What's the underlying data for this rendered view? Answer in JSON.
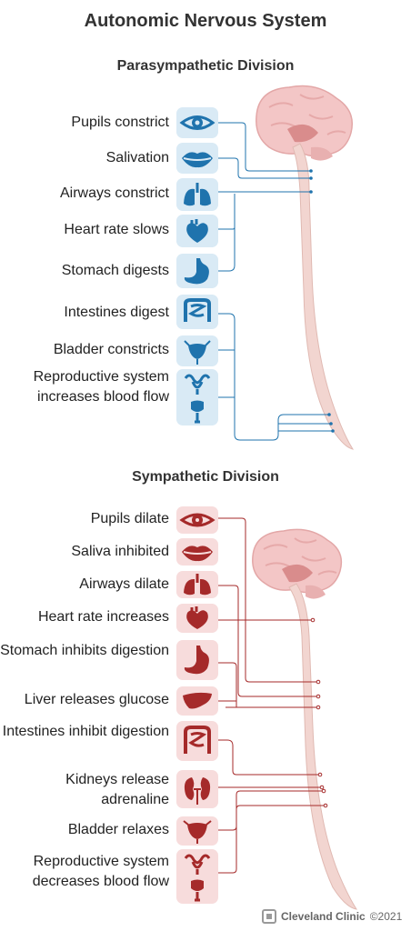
{
  "title": "Autonomic Nervous System",
  "parasympathetic": {
    "heading": "Parasympathetic Division",
    "accent": "#1f73ad",
    "items": [
      {
        "label": "Pupils constrict",
        "icon": "eye-icon"
      },
      {
        "label": "Salivation",
        "icon": "lips-icon"
      },
      {
        "label": "Airways constrict",
        "icon": "lungs-icon"
      },
      {
        "label": "Heart rate slows",
        "icon": "heart-icon"
      },
      {
        "label": "Stomach digests",
        "icon": "stomach-icon"
      },
      {
        "label": "Intestines digest",
        "icon": "intestines-icon"
      },
      {
        "label": "Bladder constricts",
        "icon": "bladder-icon"
      },
      {
        "label": "Reproductive system increases blood flow",
        "icon": "reproductive-icon"
      }
    ]
  },
  "sympathetic": {
    "heading": "Sympathetic Division",
    "accent": "#a52a2a",
    "items": [
      {
        "label": "Pupils dilate",
        "icon": "eye-icon"
      },
      {
        "label": "Saliva inhibited",
        "icon": "lips-icon"
      },
      {
        "label": "Airways dilate",
        "icon": "lungs-icon"
      },
      {
        "label": "Heart rate increases",
        "icon": "heart-icon"
      },
      {
        "label": "Stomach inhibits digestion",
        "icon": "stomach-icon"
      },
      {
        "label": "Liver releases glucose",
        "icon": "liver-icon"
      },
      {
        "label": "Intestines inhibit digestion",
        "icon": "intestines-icon"
      },
      {
        "label": "Kidneys release adrenaline",
        "icon": "kidneys-icon"
      },
      {
        "label": "Bladder relaxes",
        "icon": "bladder-icon"
      },
      {
        "label": "Reproductive system decreases blood flow",
        "icon": "reproductive-icon"
      }
    ]
  },
  "footer": {
    "brand": "Cleveland Clinic",
    "copyright": "©2021"
  }
}
